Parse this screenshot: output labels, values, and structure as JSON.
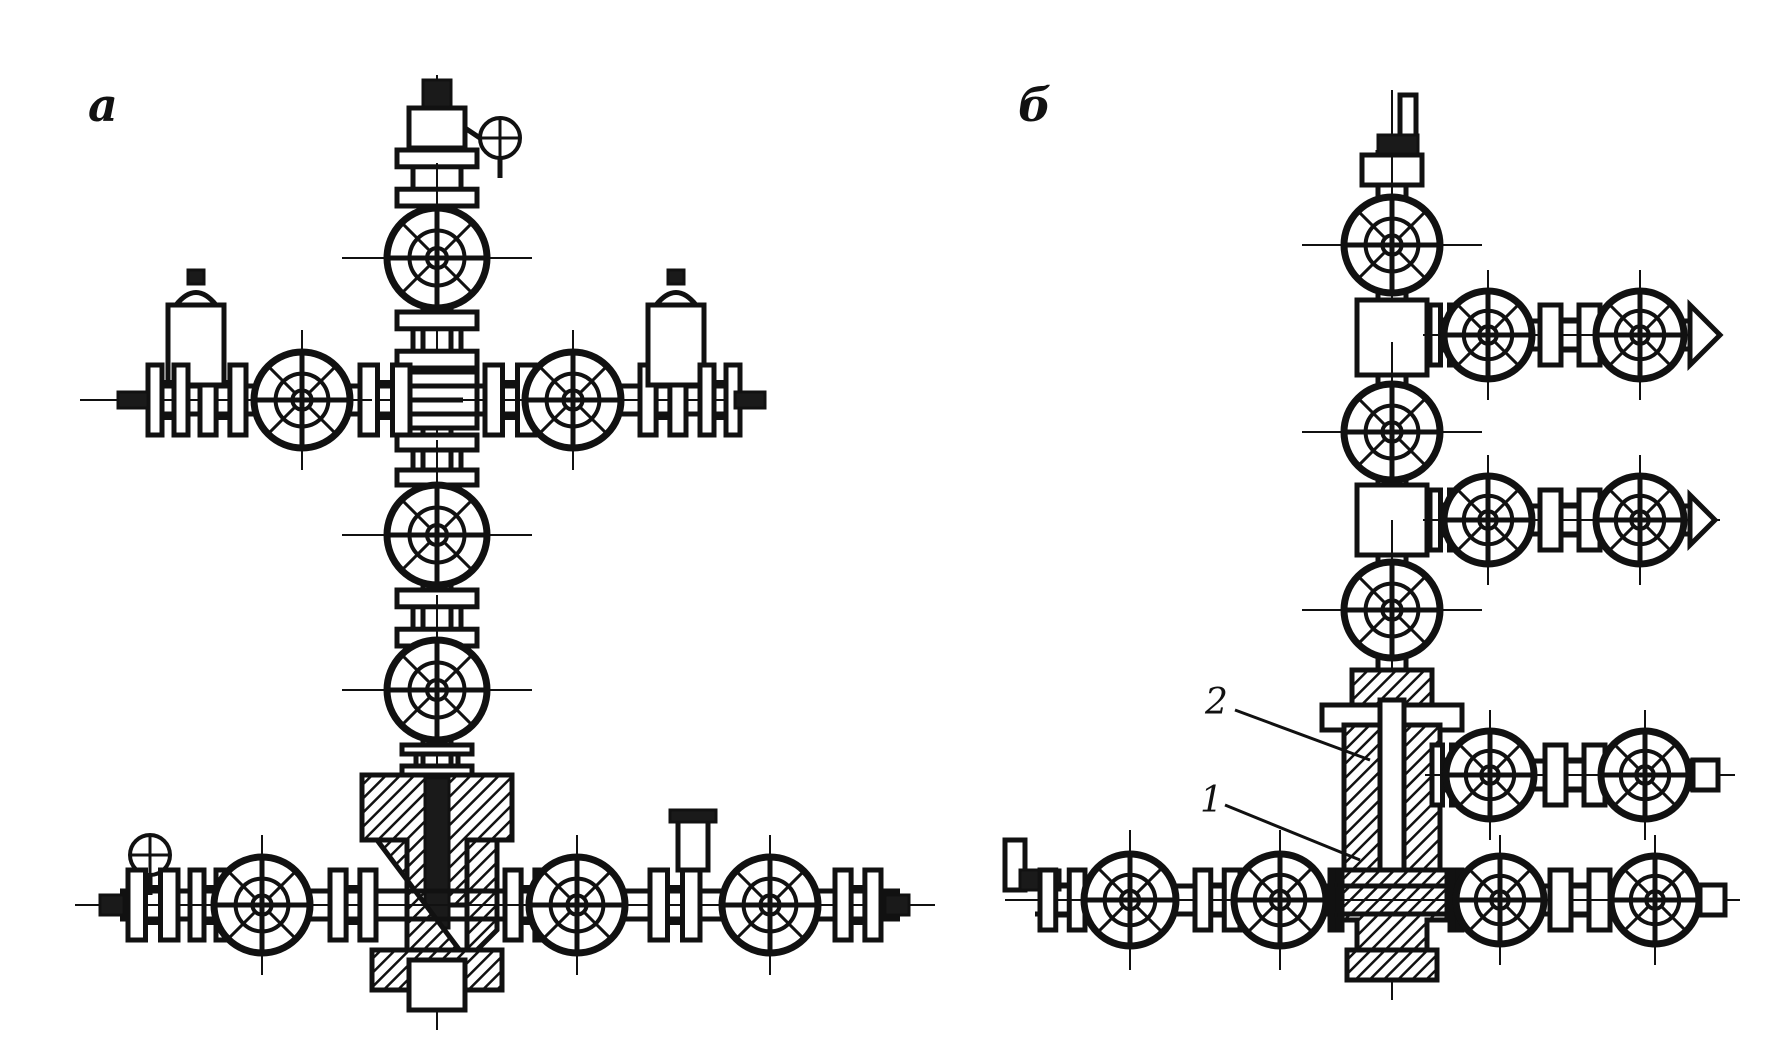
{
  "figure": {
    "panel_a_label": "a",
    "panel_b_label": "б",
    "callout_1": "1",
    "callout_2": "2"
  }
}
